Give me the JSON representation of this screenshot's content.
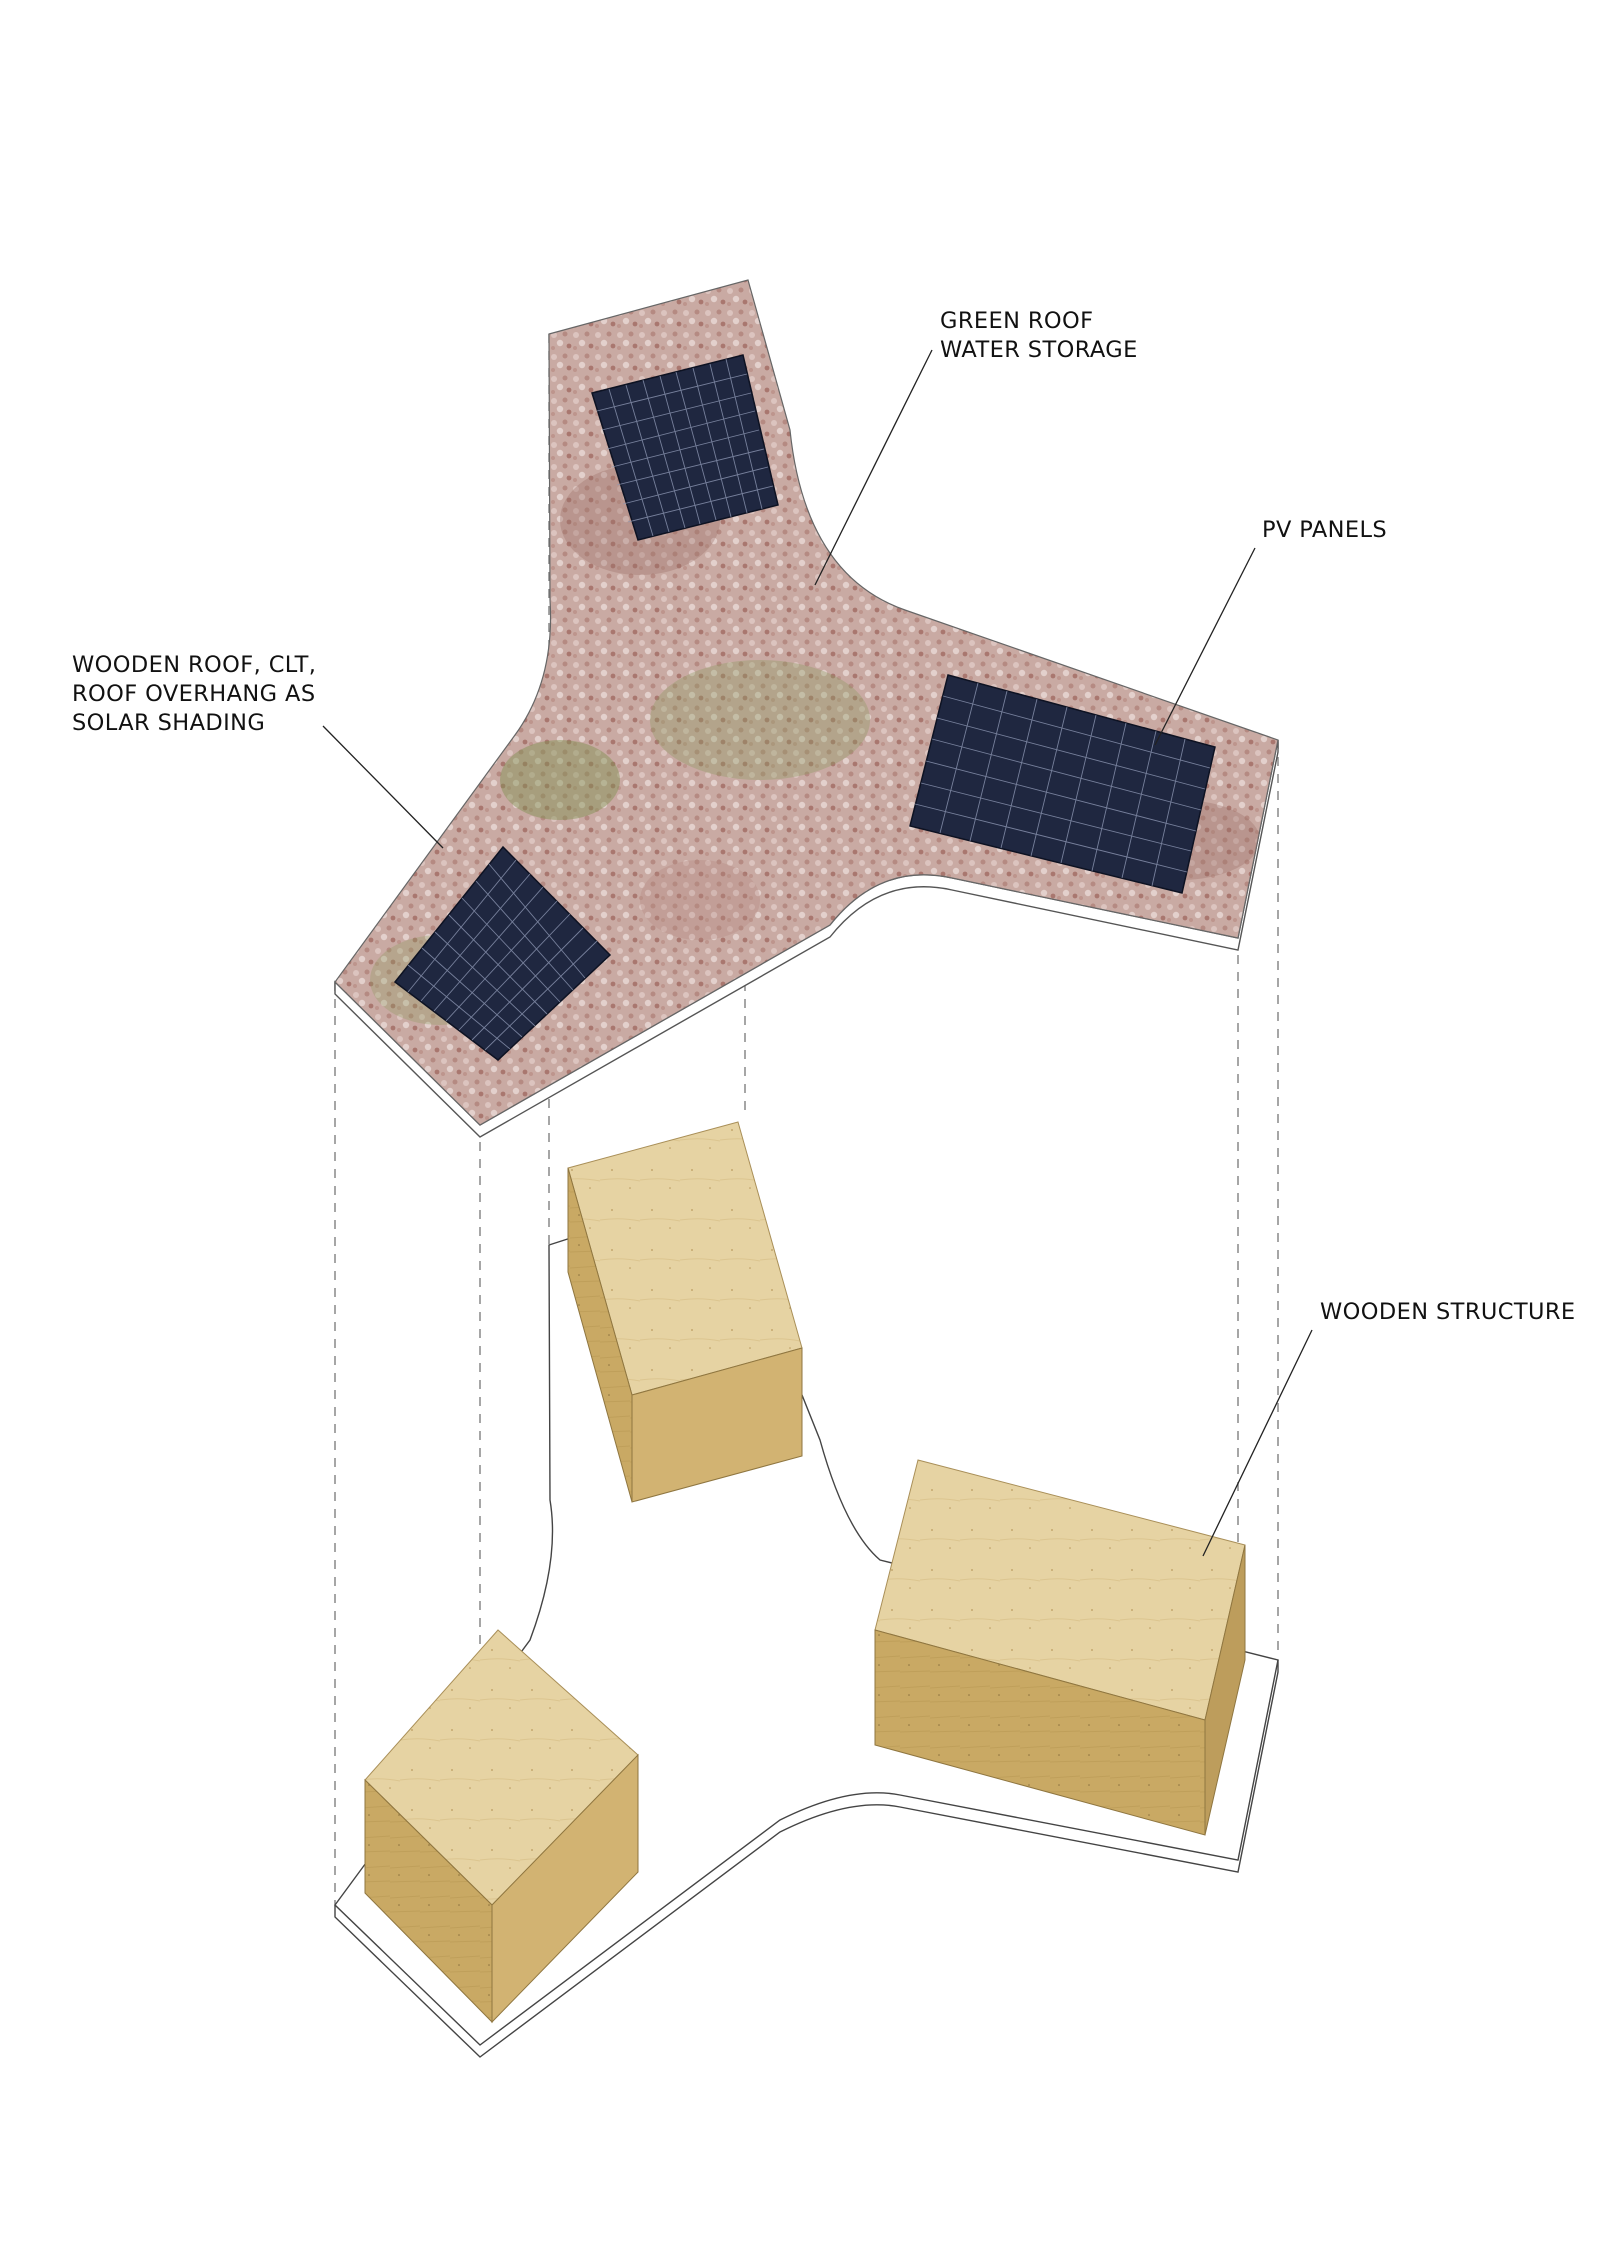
{
  "labels": {
    "green_roof": [
      "GREEN ROOF",
      "WATER STORAGE"
    ],
    "pv_panels": [
      "PV PANELS"
    ],
    "wooden_roof": [
      "WOODEN ROOF, CLT,",
      "ROOF OVERHANG AS",
      "SOLAR SHADING"
    ],
    "wooden_structure": [
      "WOODEN STRUCTURE"
    ]
  },
  "colors": {
    "background": "#ffffff",
    "green_roof": "#c4a39c",
    "green_roof_dark": "#9c6f66",
    "green_roof_moss": "#8a9a5e",
    "pv_panel": "#1f2740",
    "pv_grid": "#9aa4bd",
    "timber_top": "#e4cf9c",
    "timber_side_left": "#c9ab6b",
    "timber_side_right": "#d4b678",
    "outline": "#555555",
    "guide_line": "#777777"
  },
  "icons": {
    "solar_panel": "solar-panel-icon",
    "timber_volume": "timber-box-icon"
  }
}
